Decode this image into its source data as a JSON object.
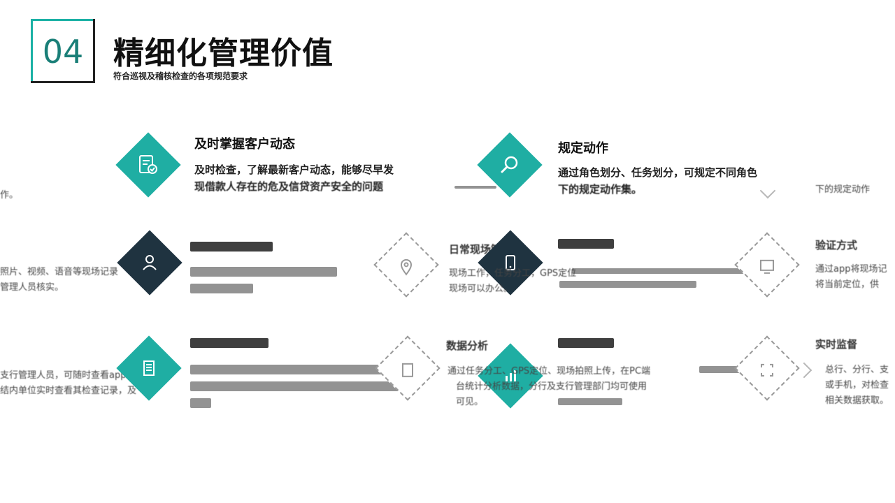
{
  "header": {
    "number": "04",
    "title": "精细化管理价值",
    "subtitle": "符合巡视及稽核检查的各项规范要求"
  },
  "features": {
    "customer": {
      "title": "及时掌握客户动态",
      "line1": "及时检查，了解最新客户动态，能够尽早发",
      "line2": "现借款人存在的危及信贷资产安全的问题"
    },
    "actions": {
      "title": "规定动作",
      "line1": "通过角色划分、任务划分，可规定不同角色",
      "line2": "下的规定动作集。"
    },
    "verify": {
      "title": "验证方式",
      "line1": "通过app将现场记",
      "line2": "将当前定位，供"
    },
    "realtime": {
      "title": "实时监督",
      "line1": "总行、分行、支",
      "line2": "或手机，对检查",
      "line3": "相关数据获取。"
    },
    "analysis": {
      "title": "数据分析",
      "line1": "通过任务分工、GPS定位、现场拍照上传，在PC端",
      "line2": "台统计分析数据，分行及支行管理部门均可使用",
      "line3": "可见。"
    }
  },
  "fragments": {
    "left_top": "作。",
    "left_mid1": "照片、视频、语音等现场记录",
    "left_mid2": "管理人员核实。",
    "left_bot1": "支行管理人员，可随时查看app或pc",
    "left_bot2": "结内单位实时查看其检查记录，及",
    "mid_work": "现场工作，任务分工，GPS定位",
    "mid_work2": "现场可以办公。",
    "mid_bot": "日常现场管理",
    "right_top": "下的规定动作"
  },
  "icons": {
    "customer": "document-check-icon",
    "actions": "magnifier-icon",
    "user": "user-icon",
    "location": "location-pin-icon",
    "phone": "phone-icon",
    "monitor": "monitor-icon",
    "list": "document-list-icon",
    "file": "file-icon",
    "chart": "chart-icon",
    "scan": "scan-icon"
  },
  "colors": {
    "teal": "#1faea3",
    "navy": "#1f3340",
    "text": "#111111"
  }
}
